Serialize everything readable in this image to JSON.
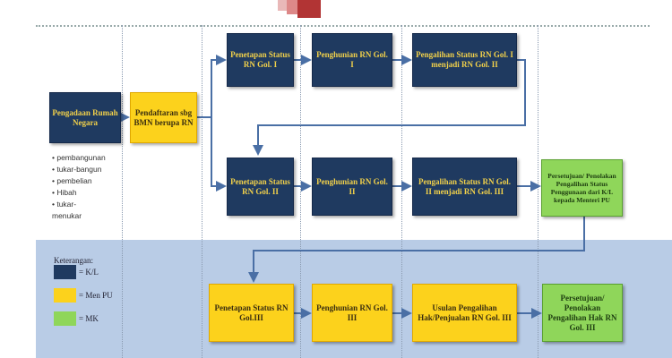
{
  "source": {
    "title": "Pengadaan Rumah Negara",
    "items": [
      "pembangunan",
      "tukar-bangun",
      "pembelian",
      "Hibah",
      "tukar-menukar"
    ]
  },
  "register": "Pendaftaran sbg BMN berupa RN",
  "row1": [
    "Penetapan Status RN Gol. I",
    "Penghunian RN Gol. I",
    "Pengalihan Status RN Gol. I menjadi RN Gol. II"
  ],
  "row2": [
    "Penetapan Status RN Gol. II",
    "Penghunian RN Gol. II",
    "Pengalihan Status RN Gol. II menjadi RN Gol. III",
    "Persetujuan/ Penolakan Pengalihan Status Penggunaan dari K/L kepada Menteri PU"
  ],
  "row3": [
    "Penetapan Status RN Gol.III",
    "Penghunian RN Gol. III",
    "Usulan Pengalihan Hak/Penjualan RN Gol. III",
    "Persetujuan/ Penolakan Pengalihan Hak RN Gol. III"
  ],
  "legend": {
    "title": "Keterangan:",
    "items": [
      {
        "label": "= K/L",
        "color": "#1f3a60"
      },
      {
        "label": "= Men PU",
        "color": "#fcd21c"
      },
      {
        "label": "= MK",
        "color": "#8fd65a"
      }
    ]
  }
}
